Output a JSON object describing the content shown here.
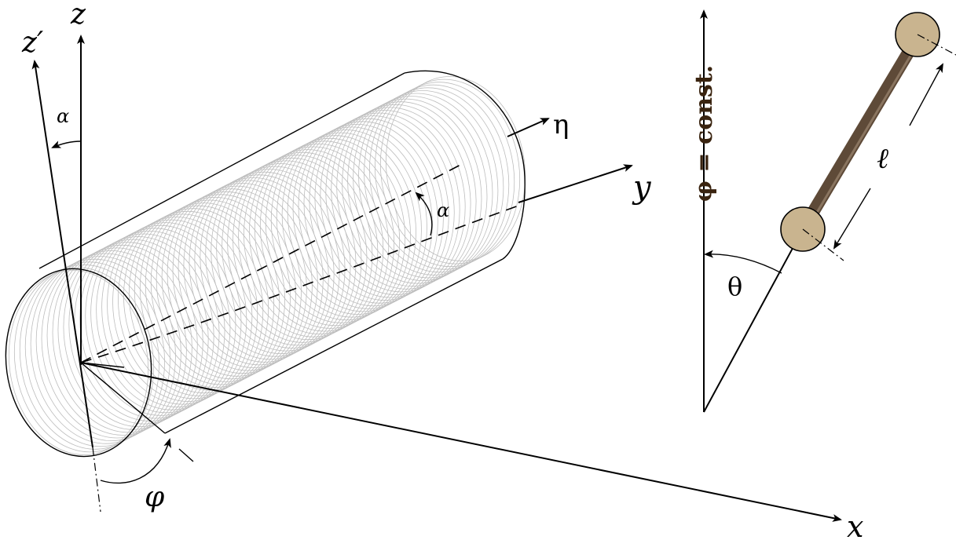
{
  "cylinder_diagram": {
    "labels": {
      "z_prime": "z′",
      "z": "z",
      "alpha_top": "α",
      "eta": "η",
      "y": "y",
      "alpha_mid": "α",
      "phi": "φ",
      "x": "x"
    }
  },
  "dumbbell_diagram": {
    "labels": {
      "phi_const": "φ = const.",
      "theta": "θ",
      "ell": "ℓ"
    },
    "colors": {
      "bead_fill": "#c9b48f",
      "rod_fill": "#5e4a38"
    }
  }
}
